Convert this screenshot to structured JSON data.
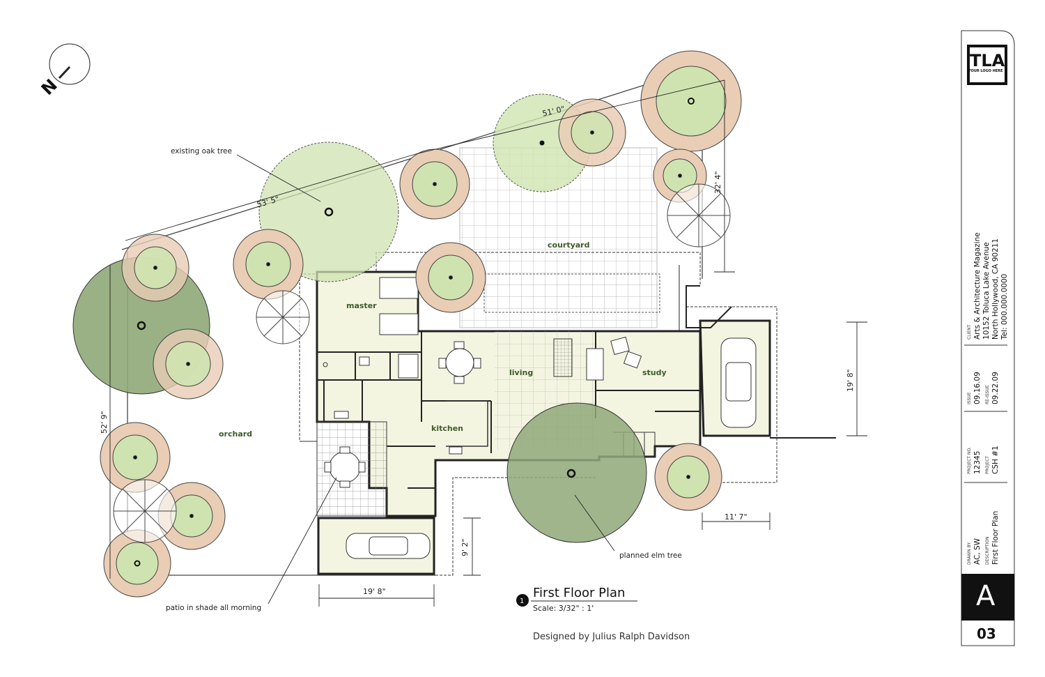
{
  "plan": {
    "title": "First Floor Plan",
    "callout_number": "1",
    "scale": "Scale:  3/32\" : 1'",
    "designer": "Designed by Julius Ralph Davidson",
    "north": "N",
    "rooms": {
      "courtyard": "courtyard",
      "master": "master",
      "living": "living",
      "study": "study",
      "kitchen": "kitchen",
      "orchard": "orchard"
    },
    "annotations": {
      "oak": "existing oak tree",
      "elm": "planned elm tree",
      "patio": "patio in shade all morning"
    },
    "dimensions": {
      "top_left": "53' 5\"",
      "top_right": "51' 0\"",
      "right_top": "32' 4\"",
      "garage_height": "19' 8\"",
      "garage_width": "11' 7\"",
      "left": "52' 9\"",
      "carport_width": "19' 8\"",
      "carport_height": "9' 2\""
    }
  },
  "titleblock": {
    "logo_main": "TLA",
    "logo_sub": "YOUR LOGO HERE",
    "client_label": "CLIENT",
    "client_name": "Arts & Architecture Magazine",
    "client_street": "10152 Toluca Lake Avenue",
    "client_city": "North Hollywood, CA 90211",
    "client_tel": "Tel: 000.000.0000",
    "issue_label": "ISSUE",
    "issue_date": "09.16.09",
    "reissue_label": "RE-ISSUE",
    "reissue_date": "09.22.09",
    "project_no_label": "PROJECT NO.",
    "project_no": "12345",
    "project_label": "PROJECT",
    "project": "CSH #1",
    "drawn_by_label": "DRAWN BY",
    "drawn_by": "AC, SW",
    "description_label": "DESCRIPTION",
    "description": "First Floor Plan",
    "sheet_letter": "A",
    "sheet_number": "03"
  },
  "colors": {
    "tree_light": "#cfe3b0",
    "tree_dark": "#8fa878",
    "tree_salmon": "#e9cdb5",
    "interior": "#f4f5e1",
    "ink": "#222222",
    "room_label": "#3d5a2a"
  }
}
